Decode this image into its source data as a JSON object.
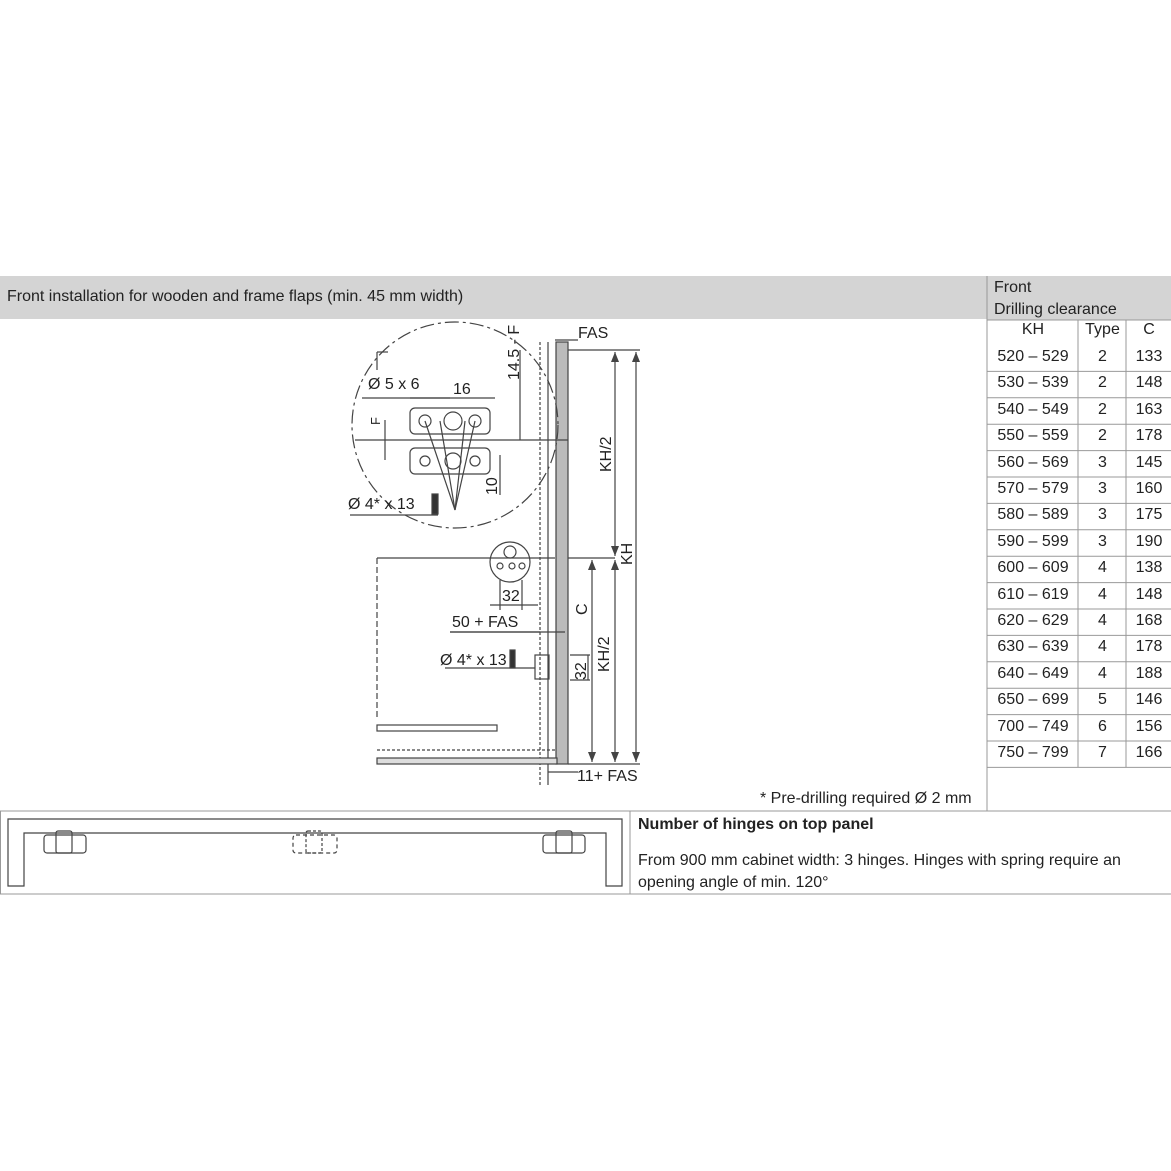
{
  "header": {
    "title": "Front installation for wooden and frame flaps (min. 45 mm width)"
  },
  "table": {
    "caption_line1": "Front",
    "caption_line2": "Drilling clearance",
    "columns": [
      "KH",
      "Type",
      "C"
    ],
    "rows": [
      [
        "520 – 529",
        "2",
        "133"
      ],
      [
        "530 – 539",
        "2",
        "148"
      ],
      [
        "540 – 549",
        "2",
        "163"
      ],
      [
        "550 – 559",
        "2",
        "178"
      ],
      [
        "560 – 569",
        "3",
        "145"
      ],
      [
        "570 – 579",
        "3",
        "160"
      ],
      [
        "580 – 589",
        "3",
        "175"
      ],
      [
        "590 – 599",
        "3",
        "190"
      ],
      [
        "600 – 609",
        "4",
        "138"
      ],
      [
        "610 – 619",
        "4",
        "148"
      ],
      [
        "620 – 629",
        "4",
        "168"
      ],
      [
        "630 – 639",
        "4",
        "178"
      ],
      [
        "640 – 649",
        "4",
        "188"
      ],
      [
        "650 – 699",
        "5",
        "146"
      ],
      [
        "700 – 749",
        "6",
        "156"
      ],
      [
        "750 – 799",
        "7",
        "166"
      ]
    ]
  },
  "diagram": {
    "labels": {
      "fas_top": "FAS",
      "hole_dia": "Ø 5 x 6",
      "dim_16": "16",
      "dim_145f": "14.5 - F",
      "dim_f": "F",
      "dim_10": "10",
      "screw_top": "Ø 4* x 13",
      "kh_half_top": "KH/2",
      "kh": "KH",
      "dim_32_a": "32",
      "fas_50": "50 + FAS",
      "dim_c": "C",
      "screw_bottom": "Ø 4* x 13",
      "dim_32_b": "32",
      "kh_half_bottom": "KH/2",
      "fas_11": "11+ FAS"
    }
  },
  "footnote": "* Pre-drilling required Ø 2 mm",
  "lower": {
    "title": "Number of hinges on top panel",
    "text": "From 900 mm cabinet width: 3 hinges. Hinges with spring require an opening angle of min. 120°"
  },
  "colors": {
    "header_bg": "#d4d4d4",
    "line": "#444444",
    "text": "#222222"
  }
}
